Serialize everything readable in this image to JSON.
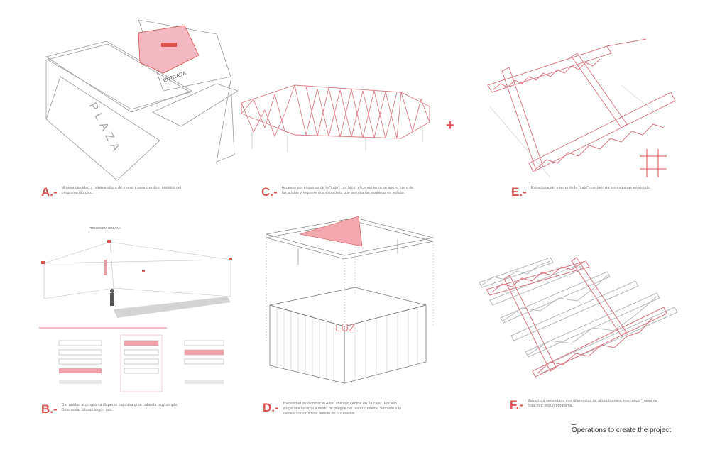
{
  "palette": {
    "accent": "#d9534f",
    "pink": "#f4b8c2",
    "line": "#8a8a8a",
    "light": "#bdbdbd"
  },
  "panels": [
    {
      "letter": "A.-",
      "caption": "Mínima cantidad y mínima altura de muros ( para construir ámbitos del programa litúrgico."
    },
    {
      "letter": "B.-",
      "caption": "Dar unidad al programa disperso bajo una gran cubierta muy simple. Determinar alturas según uso."
    },
    {
      "letter": "C.-",
      "caption": "Accesos por esquinas de la \"caja\", por tanto el cerramiento se apoya fuera de las aristas y requiere una estructura que permita las esquinas en volado."
    },
    {
      "letter": "D.-",
      "caption": "Necesidad de iluminar el Altar, ubicado central en \"la caja\". Por ello surge una lucarna a modo de pliegue del plano cubierta. Sumado a la celosía construcción ámbito de luz interior."
    },
    {
      "letter": "E.-",
      "caption": "Estructuración interna de la \"caja\" que permita las esquinas en volado."
    },
    {
      "letter": "F.-",
      "caption": "Estructura secundaria con diferencias de altura tirantes, marcando \"mesa de flotación\" según programa."
    }
  ],
  "plaza_label": "PLAZA",
  "luz_label": "LUZ",
  "presencia_label": "PRESENCIA URBANA",
  "plus_symbol": "+",
  "footer_title": "Operations to create the project"
}
